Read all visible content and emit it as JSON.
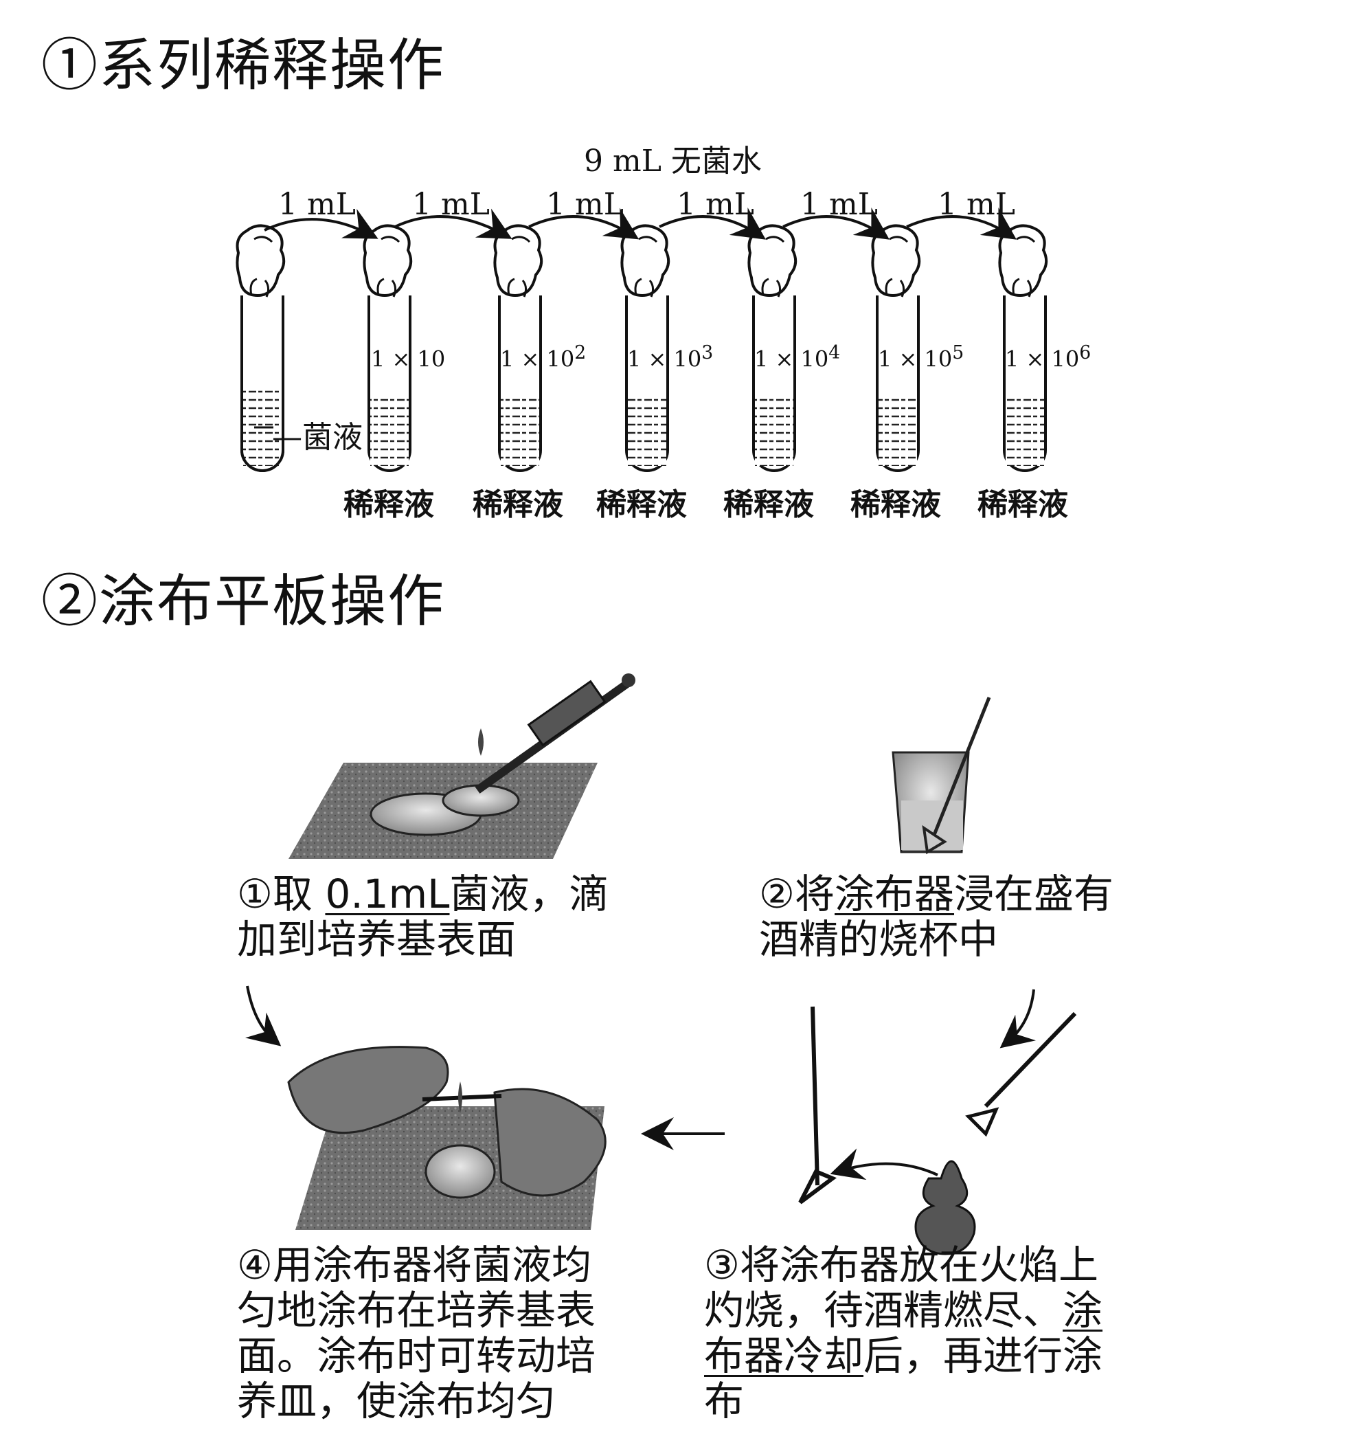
{
  "section1": {
    "title": "①系列稀释操作",
    "sterile_water": "9 mL 无菌水",
    "transfer_labels": [
      "1 mL",
      "1 mL",
      "1 mL",
      "1 mL",
      "1 mL",
      "1 mL"
    ],
    "culture_label": "菌液",
    "dilutions": [
      {
        "base": "1 × 10",
        "exp": ""
      },
      {
        "base": "1 × 10",
        "exp": "2"
      },
      {
        "base": "1 × 10",
        "exp": "3"
      },
      {
        "base": "1 × 10",
        "exp": "4"
      },
      {
        "base": "1 × 10",
        "exp": "5"
      },
      {
        "base": "1 × 10",
        "exp": "6"
      }
    ],
    "dilution_label": "稀释液"
  },
  "section2": {
    "title": "②涂布平板操作",
    "step1": {
      "pre": "①取 ",
      "underlined": "0.1mL",
      "post": "菌液，滴加到培养基表面"
    },
    "step2": {
      "pre": "②将",
      "underlined": "涂布器",
      "post": "浸在盛有酒精的烧杯中"
    },
    "step3": {
      "pre": "③将涂布器放在火焰上灼烧，待酒精燃尽、",
      "underlined": "涂布器冷却",
      "post": "后，再进行涂布"
    },
    "step4": {
      "text": "④用涂布器将菌液均匀地涂布在培养基表面。涂布时可转动培养皿，使涂布均匀"
    }
  }
}
